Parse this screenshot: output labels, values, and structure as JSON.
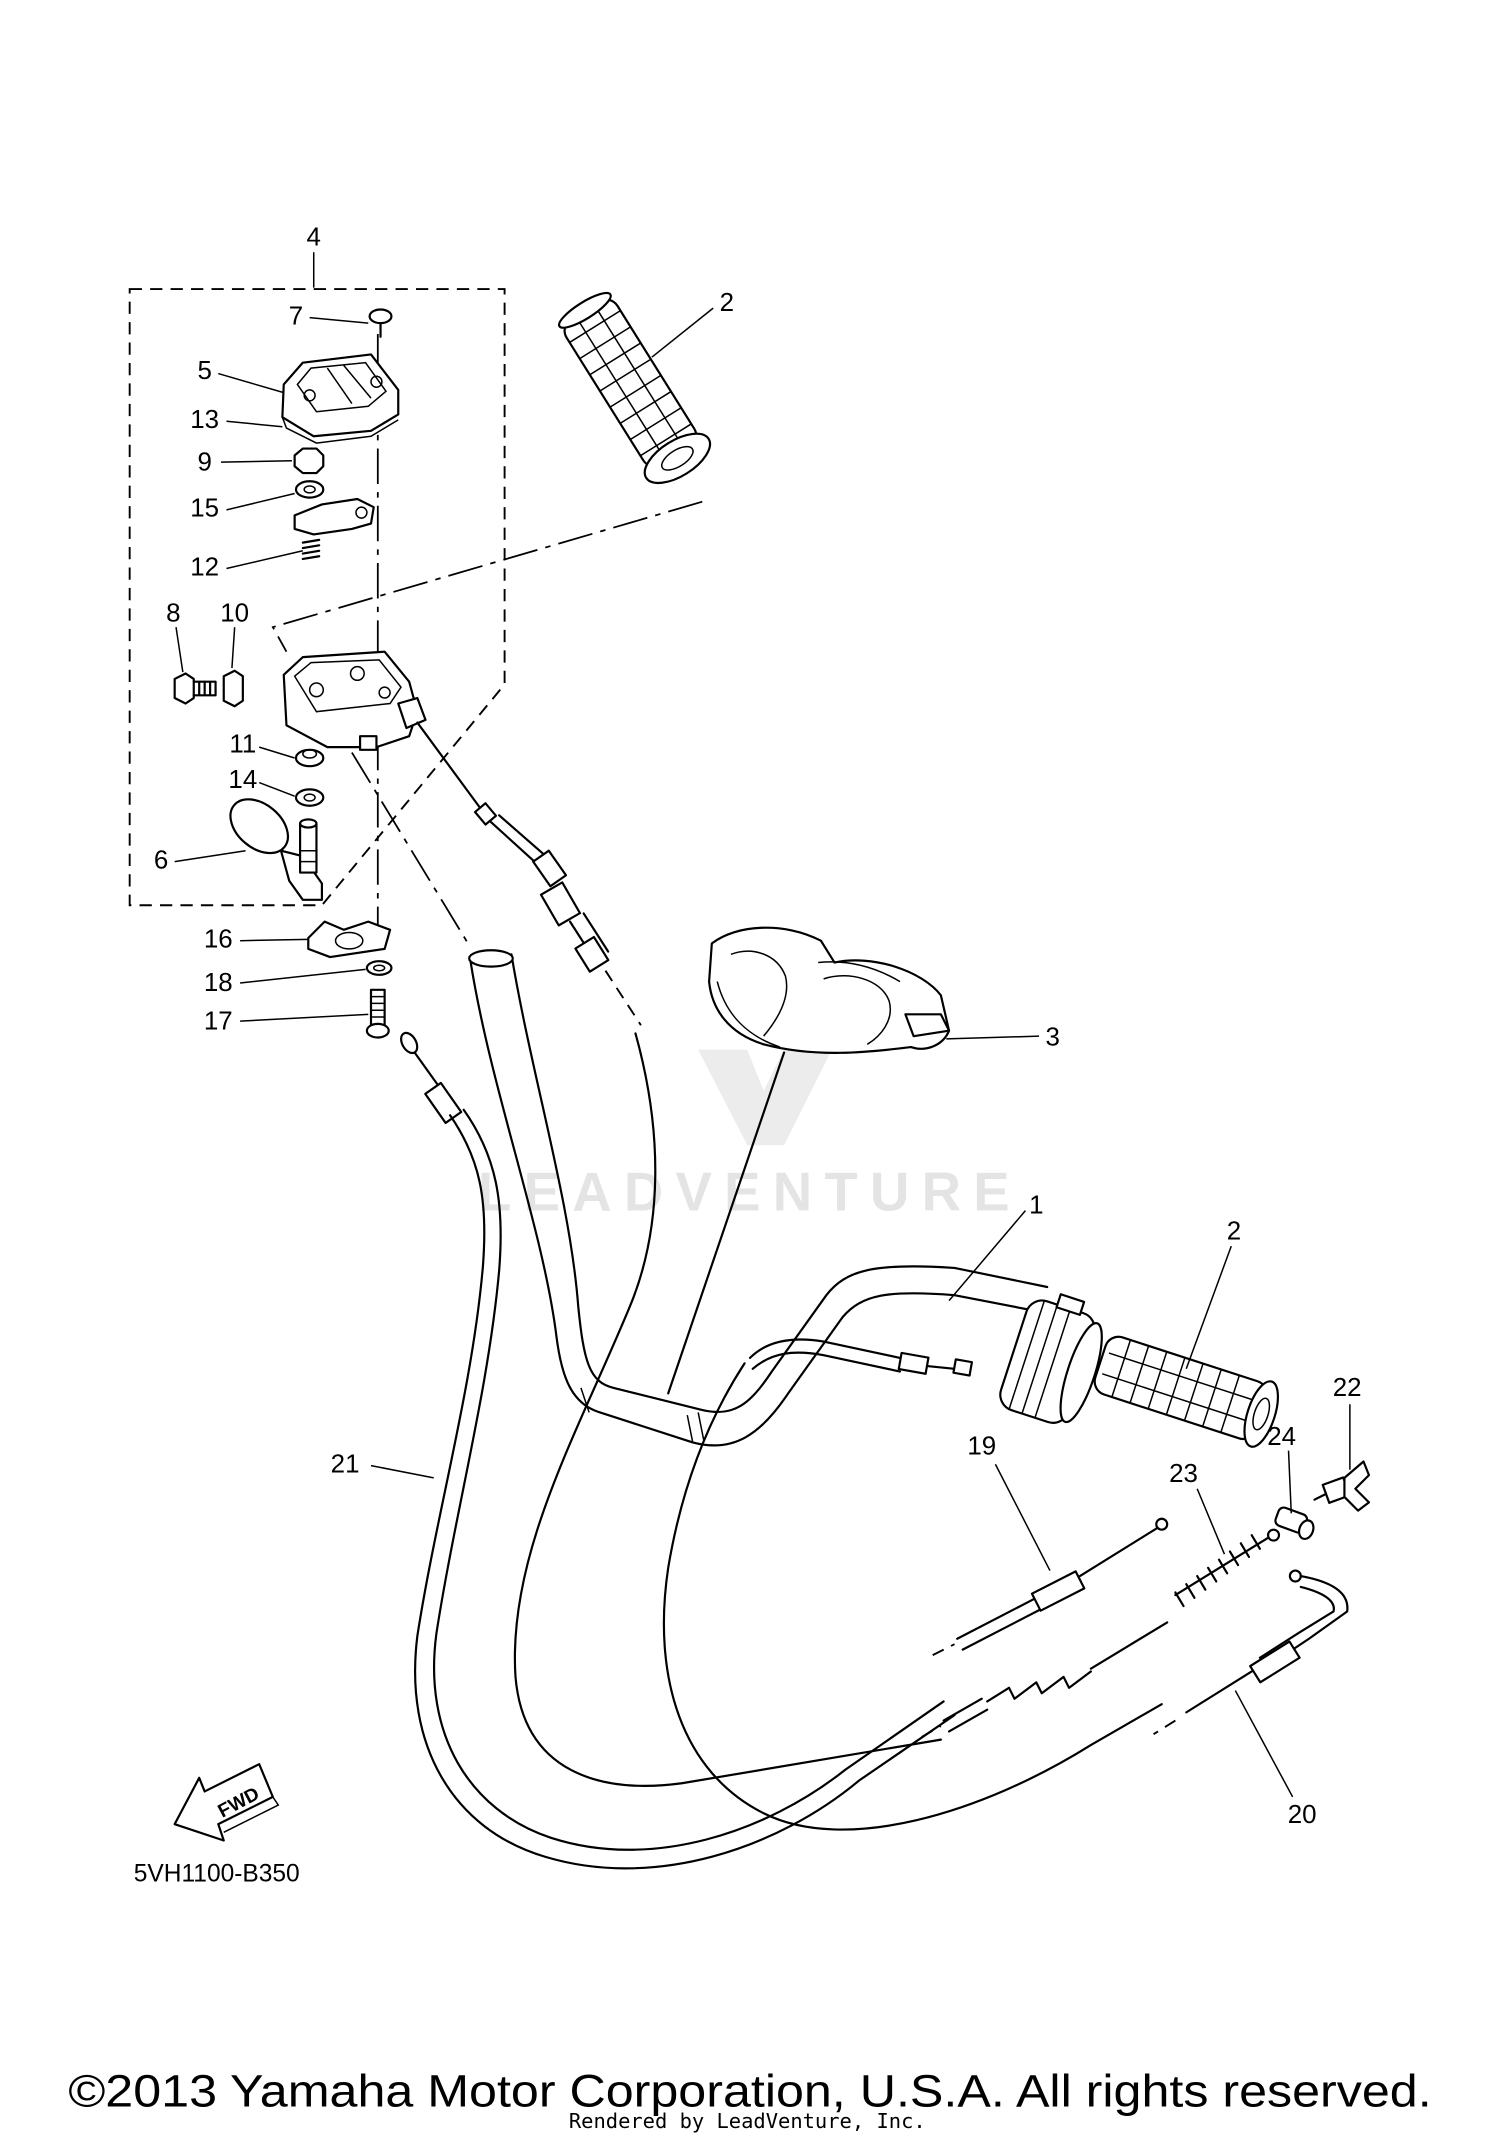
{
  "diagram": {
    "callouts": [
      "4",
      "7",
      "2",
      "5",
      "13",
      "9",
      "15",
      "12",
      "8",
      "10",
      "11",
      "14",
      "6",
      "16",
      "18",
      "17",
      "3",
      "1",
      "2",
      "22",
      "24",
      "21",
      "19",
      "23",
      "20"
    ],
    "fwd_label": "FWD",
    "diagram_code": "5VH1100-B350"
  },
  "watermark": {
    "text": "LEADVENTURE"
  },
  "footer": {
    "copyright": "©2013 Yamaha Motor Corporation, U.S.A. All rights reserved.",
    "rendered_by": "Rendered by LeadVenture, Inc."
  },
  "colors": {
    "line": "#000000",
    "background": "#ffffff",
    "watermark": "#e4e4e4"
  }
}
